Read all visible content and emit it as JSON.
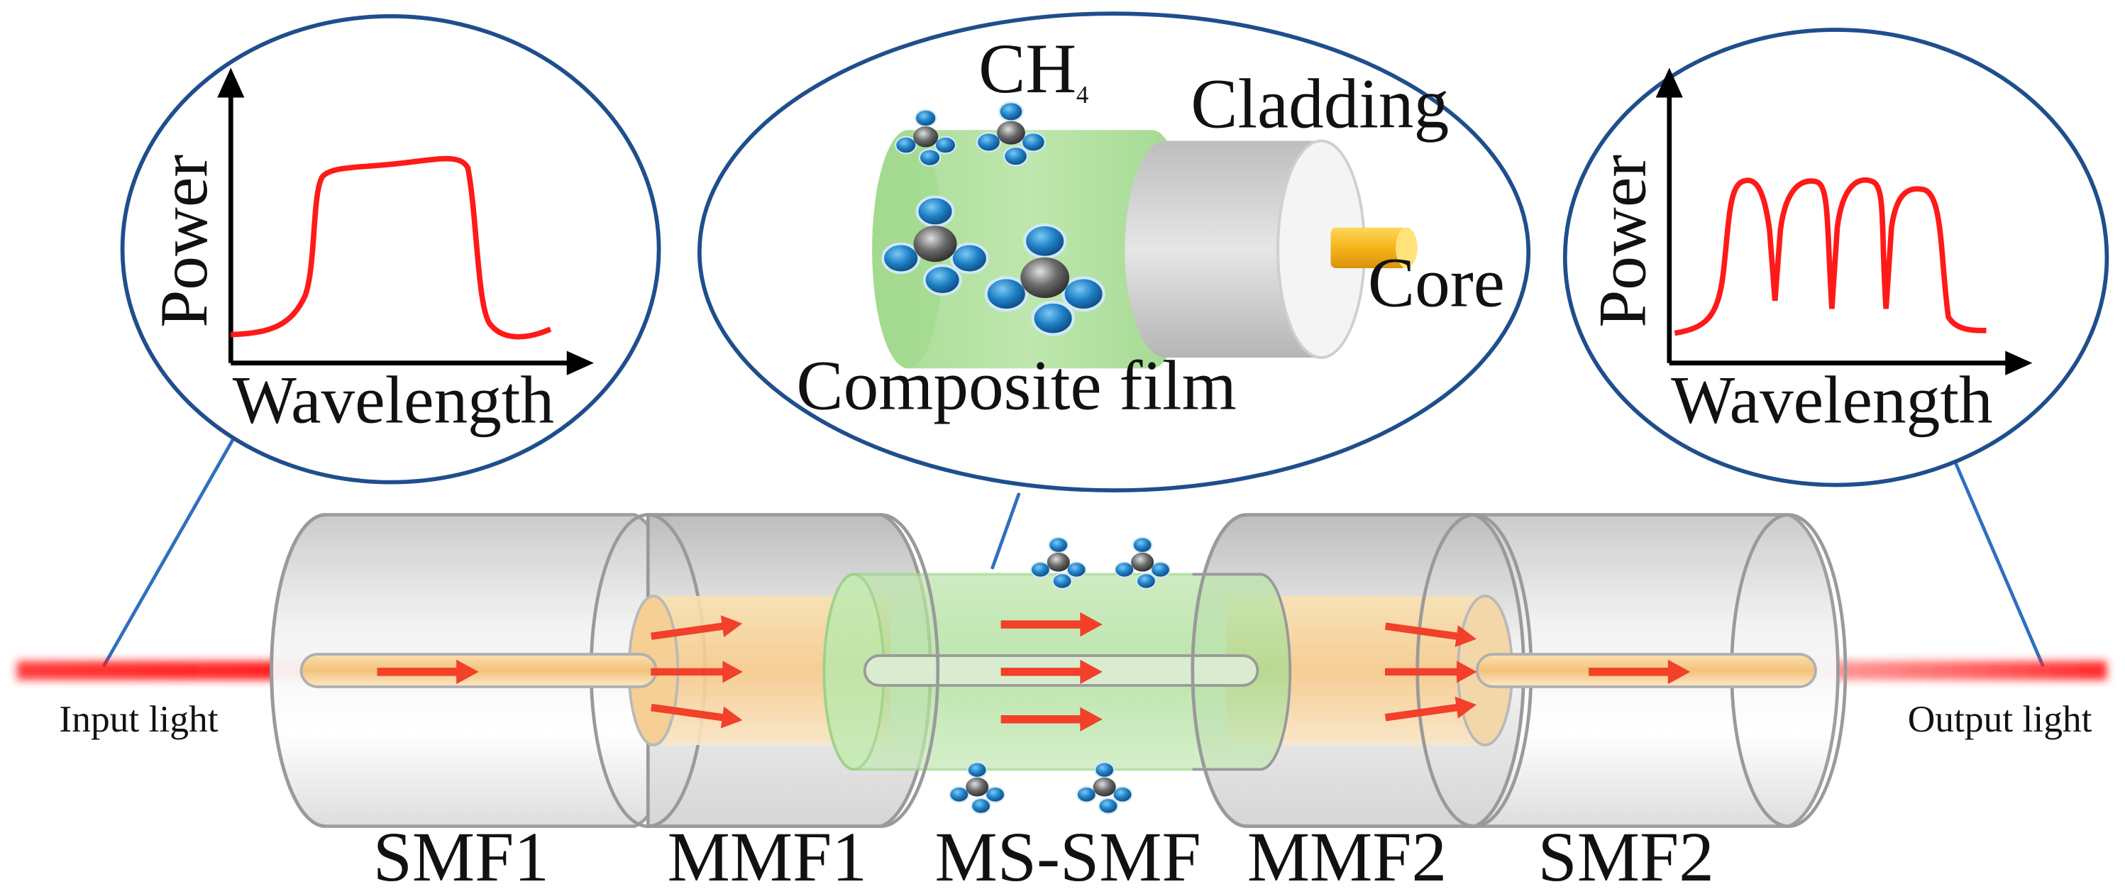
{
  "colors": {
    "bubble_outline": "#1f4e8c",
    "leader_line": "#2f6fbf",
    "spectrum": "#ff1a1a",
    "arrow": "#f2402a",
    "laser": "#ff1a1a",
    "film_green": "#a6dd92",
    "core_gold": "#f4b41a",
    "molecule_blue": "#1d7fc4",
    "molecule_center": "#4a4a4a"
  },
  "bubbles": {
    "input_spectrum": {
      "y_label": "Power",
      "x_label": "Wavelength",
      "description_shape": "broadband flat-top"
    },
    "sensor_detail": {
      "gas_label": "CH",
      "gas_subscript": "4",
      "cladding_label": "Cladding",
      "core_label": "Core",
      "film_label": "Composite film"
    },
    "output_spectrum": {
      "y_label": "Power",
      "x_label": "Wavelength",
      "dips": 3
    }
  },
  "light": {
    "input_label": "Input light",
    "output_label": "Output light"
  },
  "segments": [
    {
      "id": "smf1",
      "label": "SMF1"
    },
    {
      "id": "mmf1",
      "label": "MMF1"
    },
    {
      "id": "ms-smf",
      "label": "MS-SMF"
    },
    {
      "id": "mmf2",
      "label": "MMF2"
    },
    {
      "id": "smf2",
      "label": "SMF2"
    }
  ],
  "icons": {
    "molecule": "methane-molecule-icon",
    "arrow": "right-arrow-icon"
  }
}
